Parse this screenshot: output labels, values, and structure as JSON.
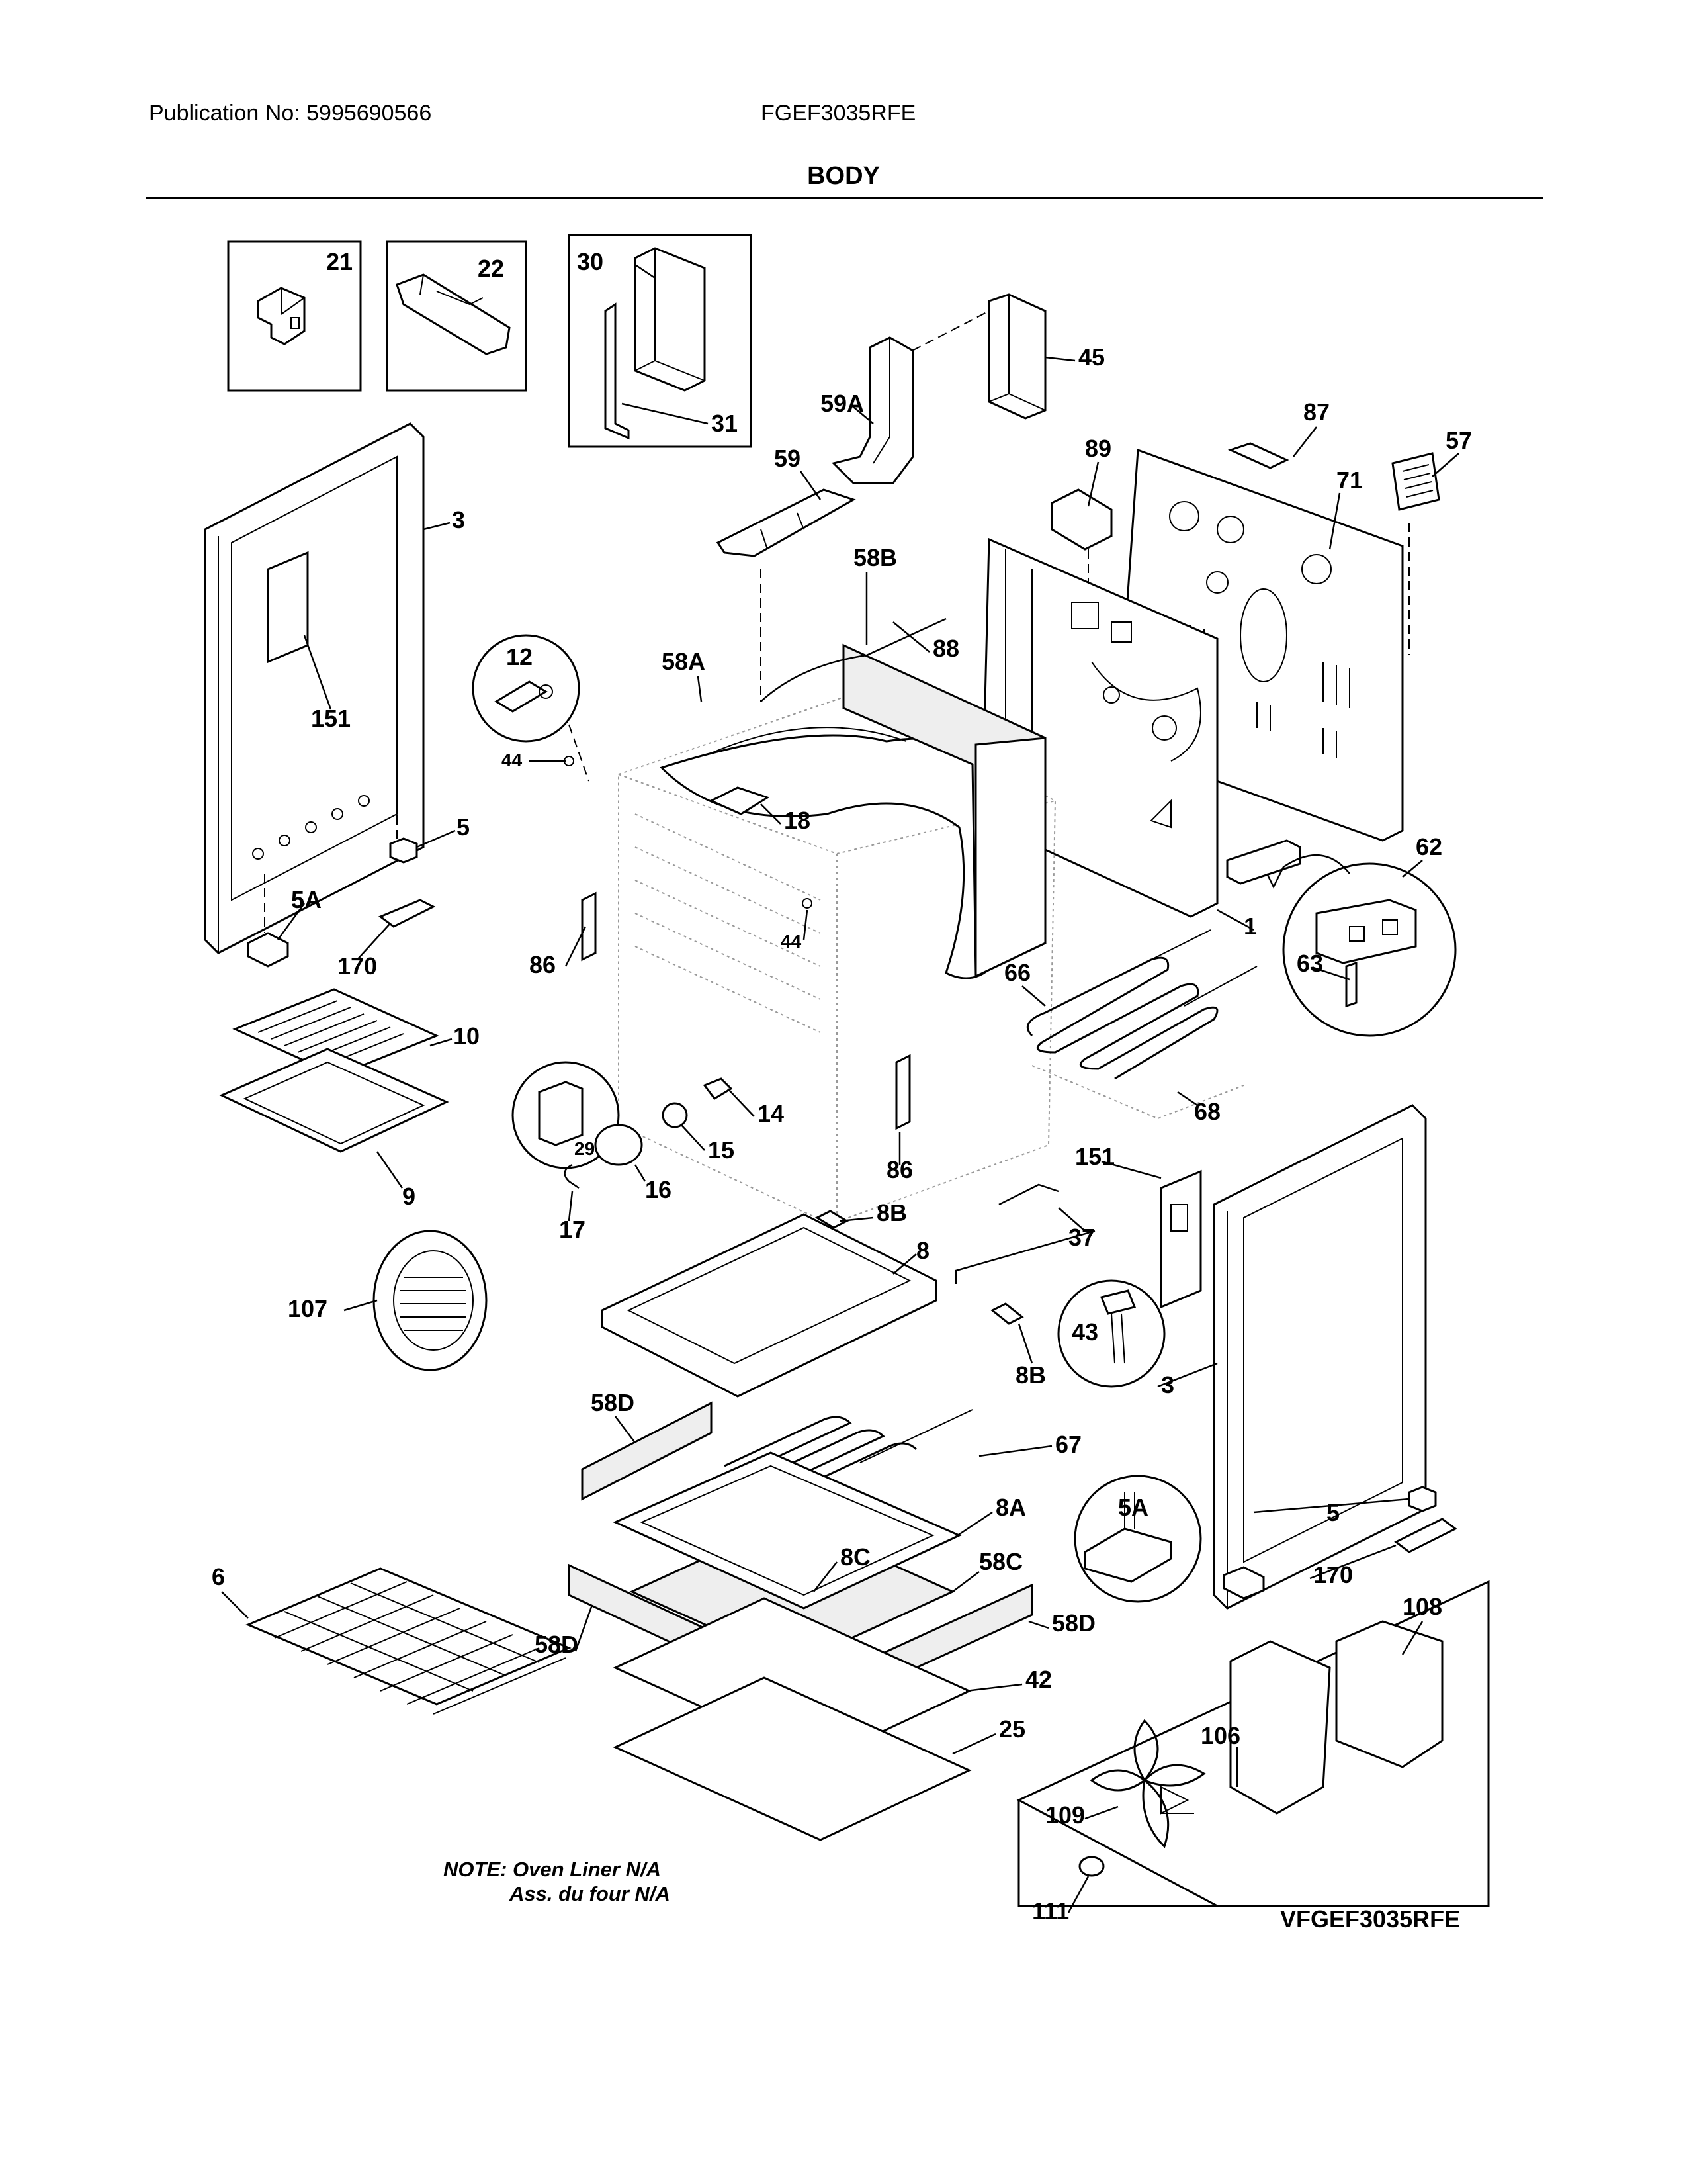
{
  "header": {
    "publication": "Publication No: 5995690566",
    "model": "FGEF3035RFE",
    "section_title": "BODY"
  },
  "callouts": {
    "p21": "21",
    "p22": "22",
    "p30": "30",
    "p31": "31",
    "p45": "45",
    "p59a": "59A",
    "p59": "59",
    "p87": "87",
    "p57": "57",
    "p89": "89",
    "p71": "71",
    "p58b": "58B",
    "p88": "88",
    "p3_left": "3",
    "p151_left": "151",
    "p12": "12",
    "p58a": "58A",
    "p44_a": "44",
    "p18": "18",
    "p5_left": "5",
    "p5a_left": "5A",
    "p170_left": "170",
    "p86_left": "86",
    "p44_b": "44",
    "p62": "62",
    "p1": "1",
    "p63": "63",
    "p66": "66",
    "p10": "10",
    "p9": "9",
    "p29": "29",
    "p14": "14",
    "p15": "15",
    "p16": "16",
    "p17": "17",
    "p86_right": "86",
    "p68": "68",
    "p151_right": "151",
    "p37": "37",
    "p8b_top": "8B",
    "p8": "8",
    "p107": "107",
    "p43": "43",
    "p8b_bottom": "8B",
    "p3_right": "3",
    "p58d_top": "58D",
    "p67": "67",
    "p8a": "8A",
    "p5a_right": "5A",
    "p5_right": "5",
    "p170_right": "170",
    "p6": "6",
    "p8c": "8C",
    "p58c": "58C",
    "p58d_right": "58D",
    "p58d_left": "58D",
    "p42": "42",
    "p25": "25",
    "p108": "108",
    "p106": "106",
    "p109": "109",
    "p111": "111"
  },
  "notes": {
    "line1": "NOTE: Oven Liner N/A",
    "line2": "Ass. du four N/A"
  },
  "inset_model": "VFGEF3035RFE"
}
